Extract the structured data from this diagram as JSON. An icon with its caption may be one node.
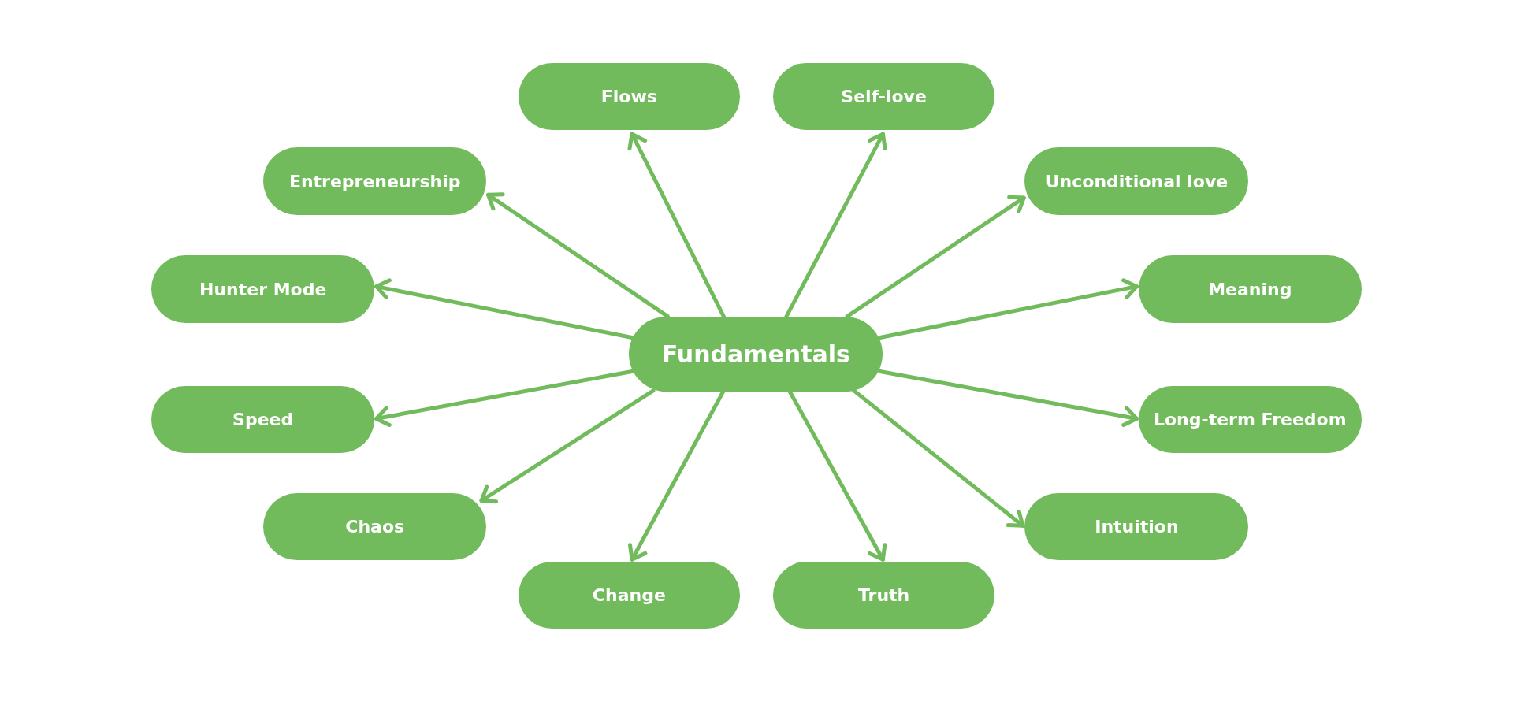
{
  "diagram": {
    "nodes": [
      {
        "text": [
          "Flows"
        ]
      },
      {
        "text": [
          "Self-love"
        ]
      },
      {
        "text": [
          "Entrepreneurship"
        ]
      },
      {
        "text": [
          "Unconditional love"
        ]
      },
      {
        "text": [
          "Hunter Mode"
        ]
      },
      {
        "text": [
          "Fundamentals"
        ]
      },
      {
        "text": [
          "Meaning"
        ]
      },
      {
        "text": [
          "Speed"
        ]
      },
      {
        "text": [
          "Long-term Freedom"
        ]
      },
      {
        "text": [
          "Chaos"
        ]
      },
      {
        "text": [
          "Intuition"
        ]
      },
      {
        "text": [
          "Change"
        ]
      },
      {
        "text": [
          "Truth"
        ]
      }
    ],
    "edges": [
      {
        "from": 5,
        "to": 0,
        "arrow": "to"
      },
      {
        "from": 5,
        "to": 1,
        "arrow": "to"
      },
      {
        "from": 5,
        "to": 2,
        "arrow": "to"
      },
      {
        "from": 5,
        "to": 3,
        "arrow": "to"
      },
      {
        "from": 5,
        "to": 4,
        "arrow": "to"
      },
      {
        "from": 5,
        "to": 6,
        "arrow": "to"
      },
      {
        "from": 5,
        "to": 7,
        "arrow": "to"
      },
      {
        "from": 5,
        "to": 8,
        "arrow": "to"
      },
      {
        "from": 5,
        "to": 9,
        "arrow": "to"
      },
      {
        "from": 5,
        "to": 10,
        "arrow": "to"
      },
      {
        "from": 5,
        "to": 11,
        "arrow": "to"
      },
      {
        "from": 5,
        "to": 12,
        "arrow": "to"
      }
    ]
  }
}
